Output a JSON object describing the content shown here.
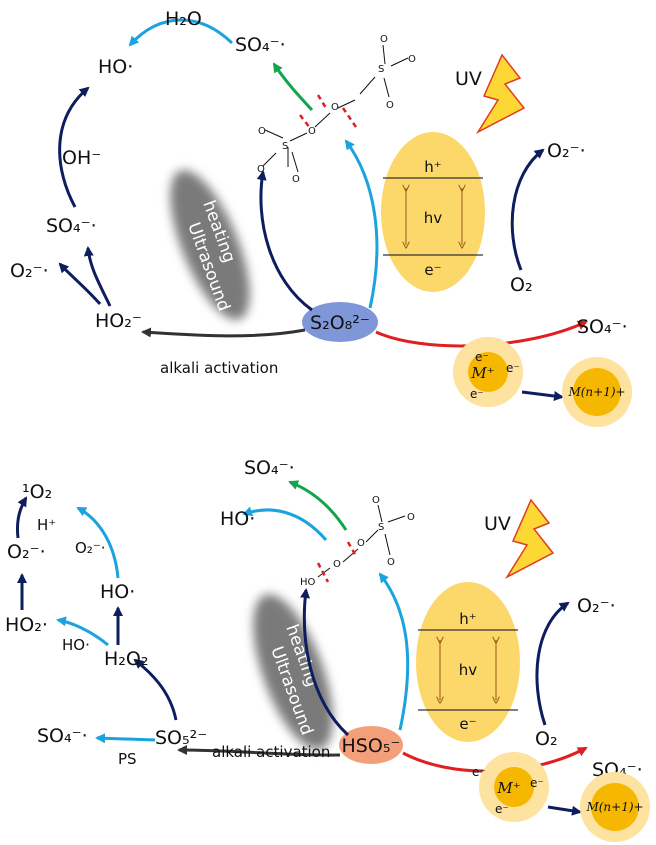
{
  "colors": {
    "dark_blue": "#0d1d5e",
    "light_blue": "#1aa3df",
    "green": "#14a44d",
    "red": "#e02020",
    "gray_arrow": "#333333",
    "yellow": "#fcd76a",
    "yellow_light": "#fde2a0",
    "orange_core": "#f5b700",
    "s2o8_blue": "#7f97d8",
    "hso5_orange": "#f3a07a",
    "heating_gray": "#7a7a7a",
    "uv_bolt": "#fdd835"
  },
  "top": {
    "center_species": "S₂O₈²⁻",
    "heating_label": "heating",
    "ultrasound_label": "Ultrasound",
    "alkali_label": "alkali activation",
    "uv_label": "UV",
    "h_plus": "h⁺",
    "hv": "hv",
    "e_minus": "e⁻",
    "o2": "O₂",
    "o2_radical": "O₂⁻·",
    "so4_radical_right": "SO₄⁻·",
    "so4_radical_top": "SO₄⁻·",
    "h2o": "H₂O",
    "ho_radical": "HO·",
    "oh_minus": "OH⁻",
    "so4_radical_left": "SO₄⁻·",
    "o2_radical_left": "O₂⁻·",
    "ho2_minus": "HO₂⁻",
    "metal": "M⁺",
    "metal_oxidized": "M(n+1)+",
    "electron": "e⁻",
    "atom_o": "O",
    "atom_s": "S"
  },
  "bottom": {
    "center_species": "HSO₅⁻",
    "heating_label": "heating",
    "ultrasound_label": "Ultrasound",
    "alkali_label": "alkali activation",
    "uv_label": "UV",
    "h_plus": "h⁺",
    "hv": "hv",
    "e_minus": "e⁻",
    "o2": "O₂",
    "o2_radical": "O₂⁻·",
    "so4_radical_right": "SO₄⁻·",
    "so4_radical_top": "SO₄⁻·",
    "ho_radical_top": "HO·",
    "singlet_o2": "¹O₂",
    "h_plus_small": "H⁺",
    "o2_radical_a": "O₂⁻·",
    "o2_radical_b": "O₂⁻·",
    "ho_radical_mid": "HO·",
    "ho2_radical": "HO₂·",
    "ho_radical_low": "HO·",
    "h2o2": "H₂O₂",
    "so4_radical_left": "SO₄⁻·",
    "ps": "PS",
    "so5": "SO₅²⁻",
    "metal": "M⁺",
    "metal_oxidized": "M(n+1)+",
    "electron": "e⁻",
    "atom_o": "O",
    "atom_s": "S",
    "atom_ho": "HO"
  }
}
